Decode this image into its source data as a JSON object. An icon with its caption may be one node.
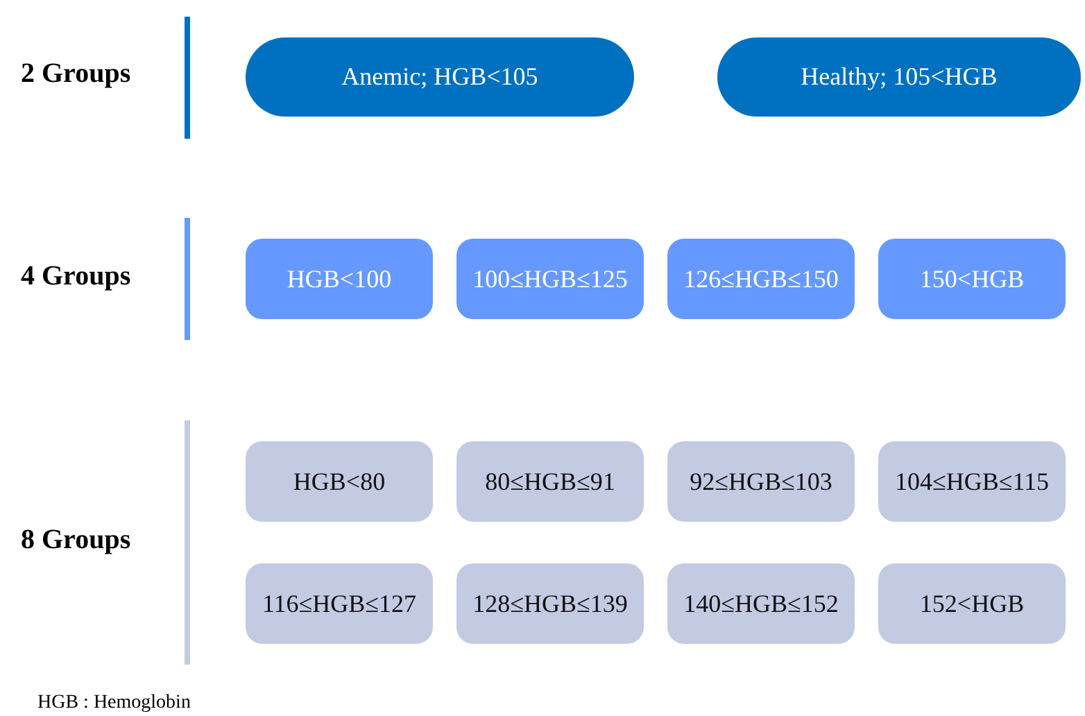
{
  "diagram": {
    "nodes": [
      {
        "text": [
          "Anemic; HGB<105"
        ]
      },
      {
        "text": [
          "Healthy; 105<HGB"
        ]
      },
      {
        "text": [
          "HGB<100"
        ]
      },
      {
        "text": [
          "100≤HGB≤125"
        ]
      },
      {
        "text": [
          "126≤HGB≤150"
        ]
      },
      {
        "text": [
          "150<HGB"
        ]
      },
      {
        "text": [
          "HGB<80"
        ]
      },
      {
        "text": [
          "80≤HGB≤91"
        ]
      },
      {
        "text": [
          "92≤HGB≤103"
        ]
      },
      {
        "text": [
          "104≤HGB≤115"
        ]
      },
      {
        "text": [
          "116≤HGB≤127"
        ]
      },
      {
        "text": [
          "128≤HGB≤139"
        ]
      },
      {
        "text": [
          "140≤HGB≤152"
        ]
      },
      {
        "text": [
          "152<HGB"
        ]
      }
    ],
    "labels": [
      "2 Groups",
      "4 Groups",
      "8 Groups",
      "HGB : Hemoglobin"
    ]
  }
}
